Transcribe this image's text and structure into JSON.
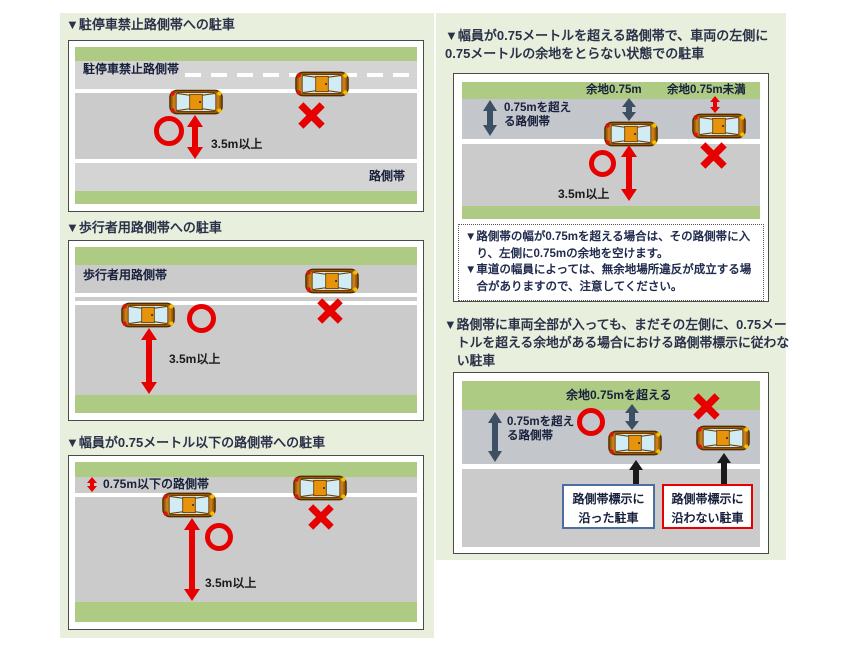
{
  "colors": {
    "panel_bg": "#e8efdd",
    "strip_green": "#aecb84",
    "road_gray": "#cbcbcb",
    "zone_gray": "#d4d4d4",
    "navy_arrow": "#3d4f63",
    "red": "#e60000",
    "ok_box_border": "#4a6fa0",
    "ng_box_border": "#e60000",
    "title_text": "#2a3148"
  },
  "left_panels": [
    {
      "title": "▼駐停車禁止路側帯への駐車",
      "zone_label": "駐停車禁止路側帯",
      "road_label": "路側帯",
      "distance": "3.5m以上"
    },
    {
      "title": "▼歩行者用路側帯への駐車",
      "zone_label": "歩行者用路側帯",
      "distance": "3.5m以上"
    },
    {
      "title": "▼幅員が0.75メートル以下の路側帯への駐車",
      "zone_label": "0.75m以下の路側帯",
      "distance": "3.5m以上"
    }
  ],
  "right": {
    "section1": {
      "title": "▼幅員が0.75メートルを超える路側帯で、車両の左側に0.75メートルの余地をとらない状態での駐車",
      "margin_ok": "余地0.75m",
      "margin_ng": "余地0.75m未満",
      "zone_label_1": "0.75mを超え",
      "zone_label_2": "る路側帯",
      "distance": "3.5m以上"
    },
    "notes": [
      "▼路側帯の幅が0.75mを超える場合は、その路側帯に入り、左側に0.75mの余地を空けます。",
      "▼車道の幅員によっては、無余地場所違反が成立する場合がありますので、注意してください。"
    ],
    "section2": {
      "title": "▼路側帯に車両全部が入っても、まだその左側に、0.75メートルを超える余地がある場合における路側帯標示に従わない駐車",
      "margin": "余地0.75mを超える",
      "zone_label_1": "0.75mを超え",
      "zone_label_2": "る路側帯",
      "ok_line1": "路側帯標示に",
      "ok_line2": "沿った駐車",
      "ng_line1": "路側帯標示に",
      "ng_line2": "沿わない駐車"
    }
  }
}
